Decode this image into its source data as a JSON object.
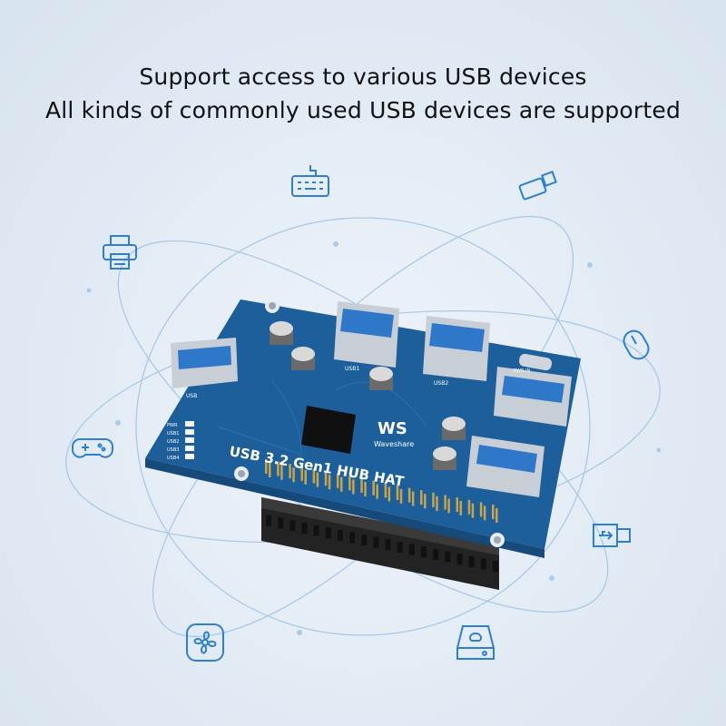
{
  "headline": {
    "line1": "Support access to various USB devices",
    "line2": "All kinds of commonly used USB devices are supported"
  },
  "board": {
    "brand_logo_text": "WS",
    "brand_name": "Waveshare",
    "title": "USB 3.2 Gen1 HUB HAT",
    "port_label_1": "USB1",
    "port_label_2": "USB2",
    "port_label_side": "USB",
    "power_port_label": "PWR IN",
    "led_labels": [
      "PWR",
      "USB1",
      "USB2",
      "USB3",
      "USB4"
    ]
  },
  "icons": [
    "keyboard-icon",
    "usb-flash-drive-icon",
    "printer-icon",
    "mouse-icon",
    "gamepad-icon",
    "usb-connector-icon",
    "fan-icon",
    "external-hard-drive-icon"
  ],
  "colors": {
    "background": "#dfe9f3",
    "orbit_lines": "#9fc3e6",
    "icon_stroke": "#2f7fd1",
    "pcb": "#1d5f9a",
    "pcb_dark": "#154a7a",
    "header_pins": "#2a2a2a",
    "usb_metal": "#c8ced6",
    "usb_blue": "#2f78c9"
  }
}
